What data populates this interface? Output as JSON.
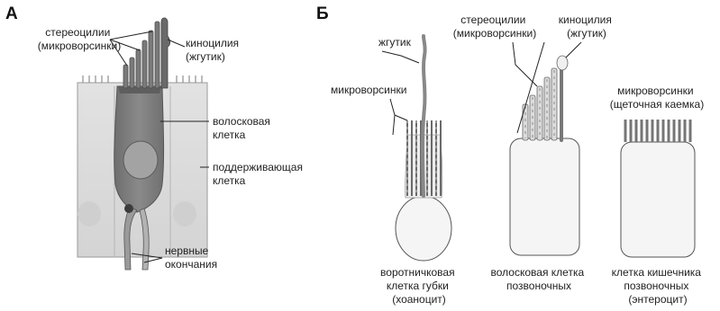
{
  "panels": [
    {
      "letter": "А",
      "labels": {
        "stereocilia": [
          "стереоцилии",
          "(микроворсинки)"
        ],
        "kinocilium": [
          "киноцилия",
          "(жгутик)"
        ],
        "hair_cell": [
          "волосковая",
          "клетка"
        ],
        "supporting_cell": [
          "поддерживающая",
          "клетка"
        ],
        "nerve_endings": [
          "нервные",
          "окончания"
        ]
      }
    },
    {
      "letter": "Б",
      "labels": {
        "flagellum": [
          "жгутик"
        ],
        "microvilli_choanocyte": [
          "микроворсинки"
        ],
        "stereocilia": [
          "стереоцилии",
          "(микроворсинки)"
        ],
        "kinocilium": [
          "киноцилия",
          "(жгутик)"
        ],
        "microvilli_enterocyte": [
          "микроворсинки",
          "(щеточная каемка)"
        ]
      },
      "cells": [
        {
          "caption": [
            "воротничковая",
            "клетка губки",
            "(хоаноцит)"
          ]
        },
        {
          "caption": [
            "волосковая клетка",
            "позвоночных"
          ]
        },
        {
          "caption": [
            "клетка кишечника",
            "позвоночных",
            "(энтероцит)"
          ]
        }
      ]
    }
  ]
}
